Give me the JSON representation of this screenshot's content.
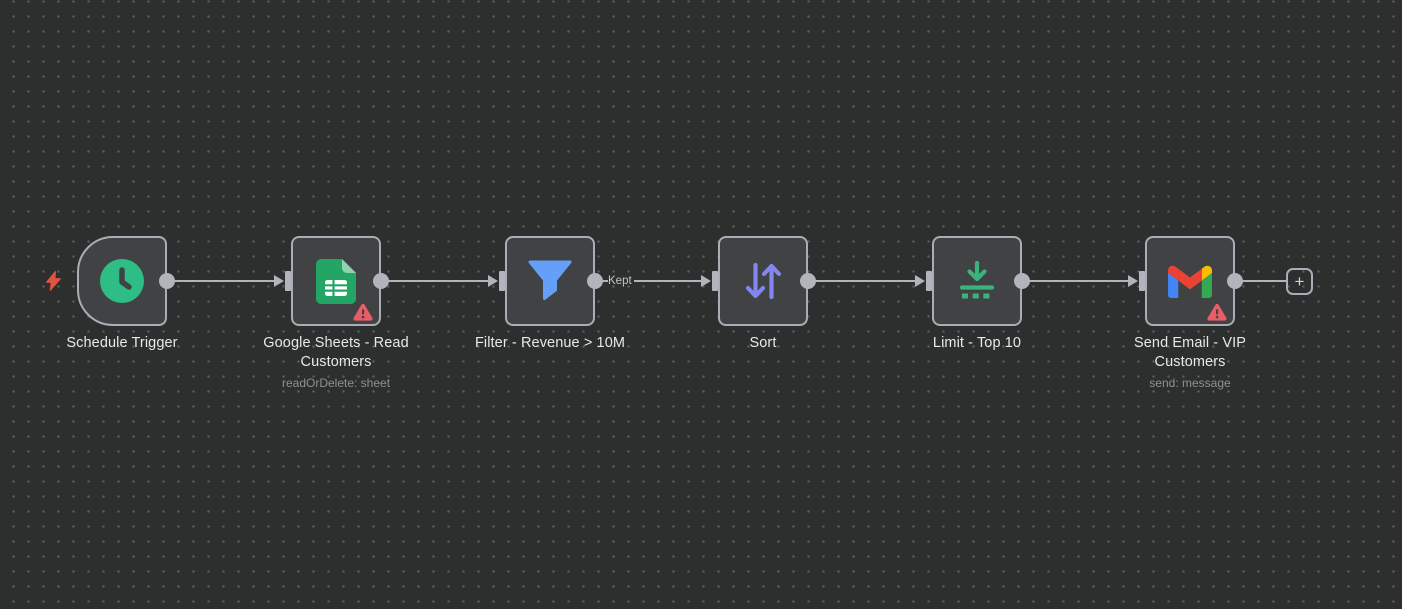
{
  "workflow": {
    "nodes": [
      {
        "title": "Schedule Trigger",
        "icon": "clock-icon",
        "type": "trigger",
        "warning": false
      },
      {
        "title": "Google Sheets - Read Customers",
        "subtitle": "readOrDelete: sheet",
        "icon": "google-sheets-icon",
        "warning": true
      },
      {
        "title": "Filter - Revenue > 10M",
        "icon": "filter-funnel-icon",
        "warning": false
      },
      {
        "title": "Sort",
        "icon": "sort-arrows-icon",
        "warning": false
      },
      {
        "title": "Limit - Top 10",
        "icon": "limit-icon",
        "warning": false
      },
      {
        "title": "Send Email - VIP Customers",
        "subtitle": "send: message",
        "icon": "gmail-icon",
        "warning": true
      }
    ],
    "connections": [
      {
        "from": "Schedule Trigger",
        "to": "Google Sheets - Read Customers"
      },
      {
        "from": "Google Sheets - Read Customers",
        "to": "Filter - Revenue > 10M"
      },
      {
        "from": "Filter - Revenue > 10M",
        "to": "Sort",
        "label": "Kept"
      },
      {
        "from": "Sort",
        "to": "Limit - Top 10"
      },
      {
        "from": "Limit - Top 10",
        "to": "Send Email - VIP Customers"
      },
      {
        "from": "Send Email - VIP Customers",
        "to": "(add node)"
      }
    ],
    "add_button_label": "+",
    "trigger_indicator": "lightning-bolt-icon"
  },
  "colors": {
    "canvas_background": "#2d2e2e",
    "node_background": "#414244",
    "node_border": "#a9adb5",
    "connection": "#b1b4bb",
    "title_text": "#e6e8ea",
    "subtitle_text": "#8e9196",
    "trigger_green": "#2ebd85",
    "sheets_green": "#23a566",
    "filter_blue": "#64a0f8",
    "sort_purple": "#8486f0",
    "limit_green": "#3bb37c",
    "warning_red": "#ea5d67",
    "bolt_red": "#e0543f",
    "gmail_red": "#ea4335",
    "gmail_blue": "#4285f4",
    "gmail_green": "#34a853",
    "gmail_yellow": "#fbbc04"
  }
}
